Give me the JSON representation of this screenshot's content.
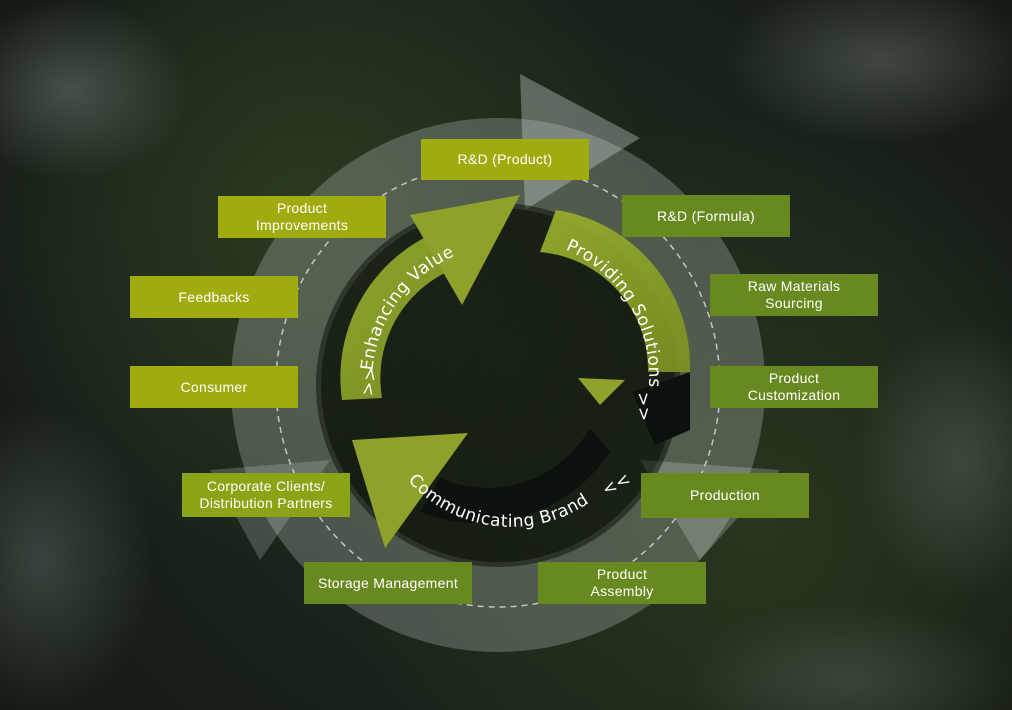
{
  "cycle_labels": {
    "enhancing": "Enhancing Value",
    "providing": "Providing Solutions",
    "communicating": "Communicating Brand",
    "arrow_right": ">>",
    "arrow_left": "<<"
  },
  "boxes": {
    "rd_product": "R&D (Product)",
    "rd_formula": "R&D (Formula)",
    "raw_materials": "Raw Materials\nSourcing",
    "customization": "Product\nCustomization",
    "production": "Production",
    "assembly": "Product\nAssembly",
    "storage": "Storage Management",
    "corporate": "Corporate Clients/\nDistribution Partners",
    "consumer": "Consumer",
    "feedbacks": "Feedbacks",
    "improvements": "Product\nImprovements"
  },
  "colors": {
    "yellow_box": "#a0ab0e",
    "olive_box": "#67891f",
    "lime_box": "#8ba416",
    "inner_arc": "#8fa12a",
    "outer_ring": "#c8cfcc"
  }
}
